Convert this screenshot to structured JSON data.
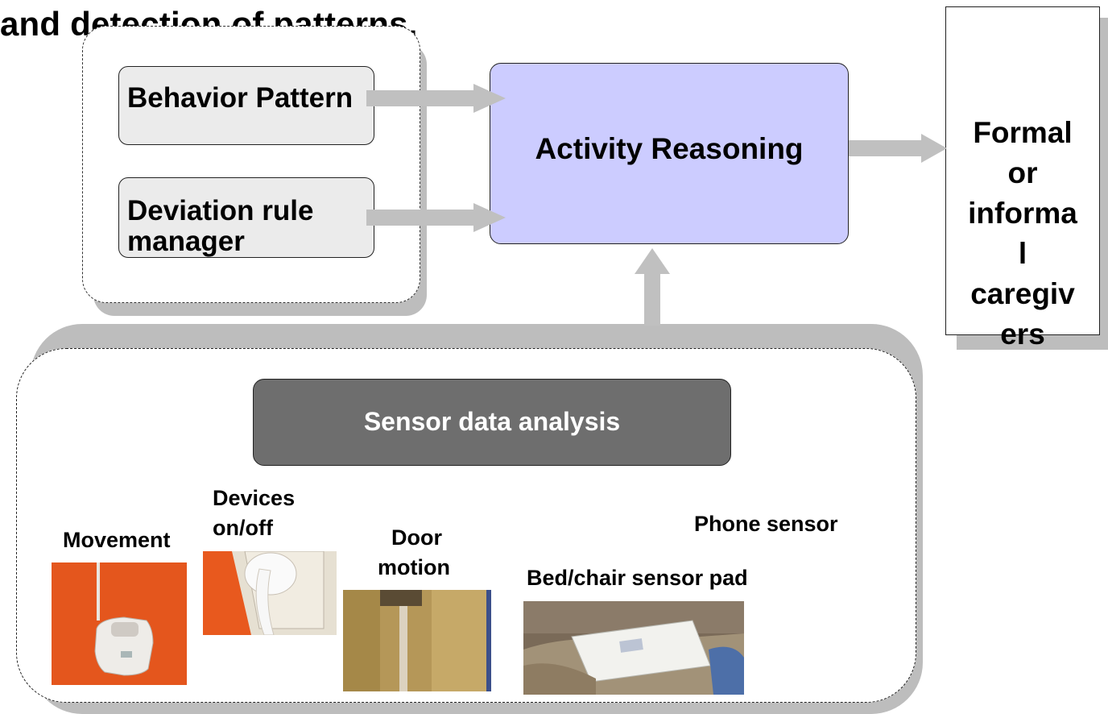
{
  "title": "and detection of patterns.",
  "behavior_pattern": "Behavior Pattern",
  "deviation_rule_manager": "Deviation rule manager",
  "activity_reasoning": "Activity Reasoning",
  "caregivers_lines": [
    "Formal",
    "or",
    "informa",
    "l",
    "caregiv",
    "ers"
  ],
  "sensor_data_analysis": "Sensor data analysis",
  "sensors": {
    "movement": "Movement",
    "devices": [
      "Devices",
      "on/off"
    ],
    "door": [
      "Door",
      "motion"
    ],
    "bed_chair": "Bed/chair sensor pad",
    "phone": "Phone sensor"
  },
  "colors": {
    "reasoning_fill": "#ccccff",
    "sensor_analysis_fill": "#6e6e6e",
    "arrow": "#c0c0c0",
    "photo_orange": "#e8591e"
  }
}
